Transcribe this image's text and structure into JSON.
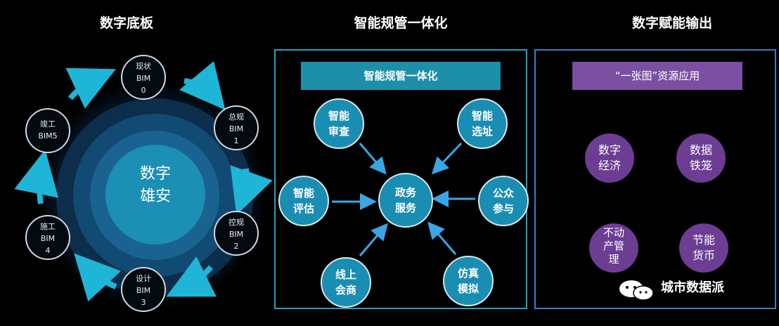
{
  "sections": {
    "left_title": "数字底板",
    "mid_title": "智能规管一体化",
    "right_title": "数字赋能输出"
  },
  "digital_base": {
    "core_line1": "数字",
    "core_line2": "雄安",
    "nodes": [
      {
        "line1": "现状",
        "line2": "BIM",
        "line3": "0"
      },
      {
        "line1": "总规",
        "line2": "BIM",
        "line3": "1"
      },
      {
        "line1": "控规",
        "line2": "BIM",
        "line3": "2"
      },
      {
        "line1": "设计",
        "line2": "BIM",
        "line3": "3"
      },
      {
        "line1": "施工",
        "line2": "BIM",
        "line3": "4"
      },
      {
        "line1": "竣工",
        "line2": "BIM5",
        "line3": ""
      }
    ]
  },
  "governance": {
    "header": "智能规管一体化",
    "center": {
      "line1": "政务",
      "line2": "服务"
    },
    "nodes": [
      {
        "line1": "智能",
        "line2": "审查"
      },
      {
        "line1": "智能",
        "line2": "选址"
      },
      {
        "line1": "智能",
        "line2": "评估"
      },
      {
        "line1": "公众",
        "line2": "参与"
      },
      {
        "line1": "线上",
        "line2": "会商"
      },
      {
        "line1": "仿真",
        "line2": "模拟"
      }
    ]
  },
  "output": {
    "header": "“一张图”资源应用",
    "apps": [
      {
        "line1": "数字",
        "line2": "经济"
      },
      {
        "line1": "数据",
        "line2": "铁笼"
      },
      {
        "line1": "不动",
        "line2": "产管",
        "line3": "理"
      },
      {
        "line1": "节能",
        "line2": "货币"
      }
    ]
  },
  "watermark": "城市数据派",
  "colors": {
    "teal": "#1a8db3",
    "purple": "#6c3d93",
    "arrow_blue": "#3aa6e6",
    "ring_arrow": "#1fb5d6"
  }
}
